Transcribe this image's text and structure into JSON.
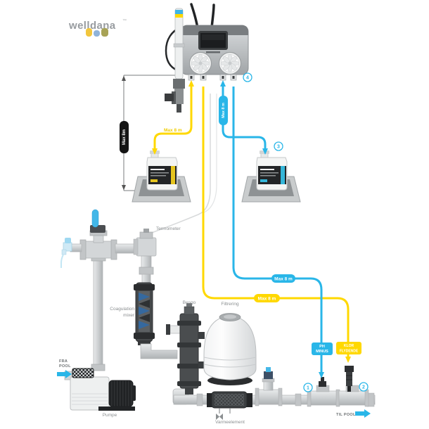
{
  "brand": {
    "name": "welldana",
    "trademark": "™"
  },
  "labels": {
    "termometer": "Termometer",
    "coagulation_line1": "Coagulation",
    "coagulation_line2": "mixer",
    "besgo": "Besgo",
    "filtrering": "Filtrering",
    "pumpe": "Pumpe",
    "varmeelement": "Varmeelement",
    "fra_line1": "FRA",
    "fra_line2": "POOL",
    "til_pool": "TIL POOL"
  },
  "badges": {
    "max8_black": "Max 8m",
    "max8_blue_vert": "Max 8 m",
    "max8_text_yellow": "Max 8 m",
    "max8_yellow": "Max 8 m",
    "max8_blue": "Max 8 m",
    "ph_line1": "PH",
    "ph_line2": "MINUS",
    "klor_line1": "KLOR",
    "klor_line2": "FLYDENDE"
  },
  "callouts": {
    "c1": "1",
    "c2": "2",
    "c3": "3",
    "c4": "4"
  },
  "colors": {
    "tube_yellow": "#FFD800",
    "tube_blue": "#29B6E8",
    "callout_blue": "#29B6E8",
    "badge_black": "#141414",
    "logo_gray": "#989CA0",
    "logo_dots": [
      "#F2C63D",
      "#8FB3DA",
      "#A8A356"
    ]
  }
}
